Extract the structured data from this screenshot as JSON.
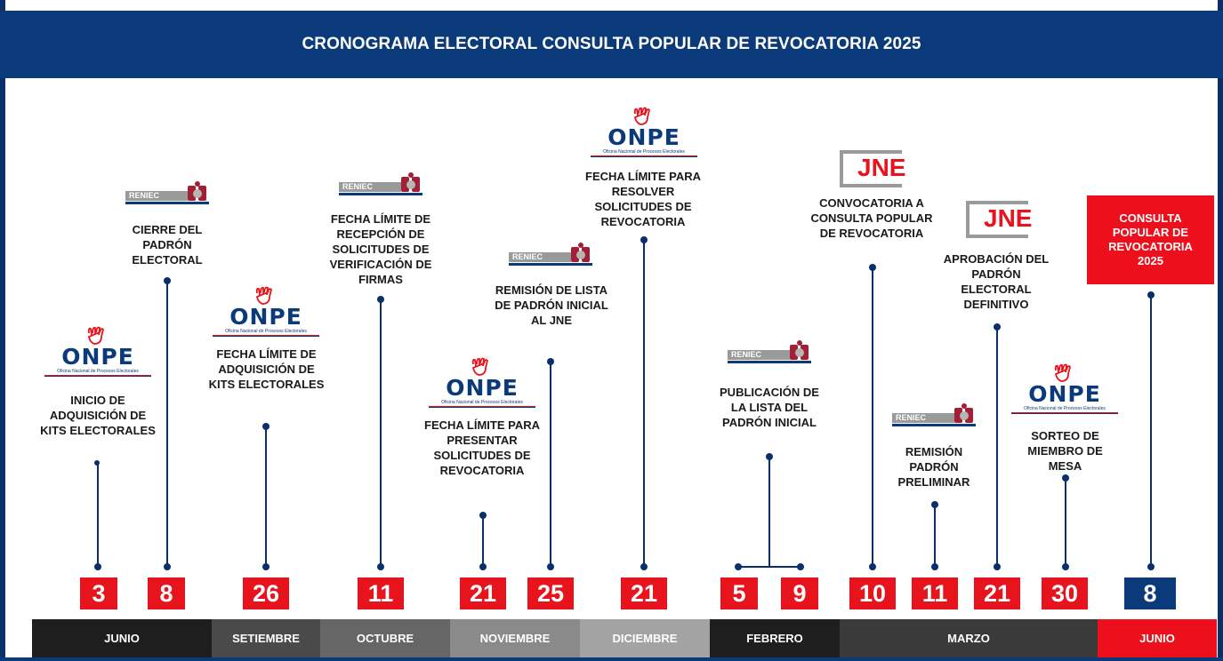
{
  "header": {
    "title": "CRONOGRAMA ELECTORAL CONSULTA POPULAR DE REVOCATORIA 2025"
  },
  "logos": {
    "onpe_text": "ONPE",
    "onpe_sub": "Oficina Nacional de Procesos Electorales",
    "reniec_text": "RENIEC",
    "jne_text": "JNE"
  },
  "events": [
    {
      "label": "INICIO DE ADQUISICIÓN DE KITS ELECTORALES",
      "org": "ONPE"
    },
    {
      "label": "CIERRE DEL PADRÓN ELECTORAL",
      "org": "RENIEC"
    },
    {
      "label": "FECHA LÍMITE DE ADQUISICIÓN DE KITS ELECTORALES",
      "org": "ONPE"
    },
    {
      "label": "FECHA LÍMITE DE RECEPCIÓN DE SOLICITUDES DE VERIFICACIÓN DE FIRMAS",
      "org": "RENIEC"
    },
    {
      "label": "FECHA LÍMITE PARA PRESENTAR SOLICITUDES DE REVOCATORIA",
      "org": "ONPE"
    },
    {
      "label": "REMISIÓN DE LISTA DE PADRÓN INICIAL AL JNE",
      "org": "RENIEC"
    },
    {
      "label": "FECHA LÍMITE PARA RESOLVER SOLICITUDES DE REVOCATORIA",
      "org": "ONPE"
    },
    {
      "label": "PUBLICACIÓN DE LA LISTA DEL PADRÓN INICIAL",
      "org": "RENIEC"
    },
    {
      "label": "CONVOCATORIA A CONSULTA POPULAR DE REVOCATORIA",
      "org": "JNE"
    },
    {
      "label": "REMISIÓN PADRÓN PRELIMINAR",
      "org": "RENIEC"
    },
    {
      "label": "APROBACIÓN DEL PADRÓN ELECTORAL DEFINITIVO",
      "org": "JNE"
    },
    {
      "label": "SORTEO DE MIEMBRO DE MESA",
      "org": "ONPE"
    },
    {
      "label": "CONSULTA POPULAR DE REVOCATORIA 2025",
      "org": ""
    }
  ],
  "dates": [
    "3",
    "8",
    "26",
    "11",
    "21",
    "25",
    "21",
    "5",
    "9",
    "10",
    "11",
    "21",
    "30",
    "8"
  ],
  "months": [
    {
      "label": "JUNIO",
      "color": "#1e1e1e"
    },
    {
      "label": "SETIEMBRE",
      "color": "#4a4a4a"
    },
    {
      "label": "OCTUBRE",
      "color": "#666666"
    },
    {
      "label": "NOVIEMBRE",
      "color": "#8a8a8a"
    },
    {
      "label": "DICIEMBRE",
      "color": "#a3a3a3"
    },
    {
      "label": "FEBRERO",
      "color": "#1e1e1e"
    },
    {
      "label": "MARZO",
      "color": "#3a3a3a"
    },
    {
      "label": "JUNIO",
      "color": "#ee0f1d"
    }
  ],
  "colors": {
    "navy": "#0b3a7a",
    "red": "#e8141d"
  }
}
